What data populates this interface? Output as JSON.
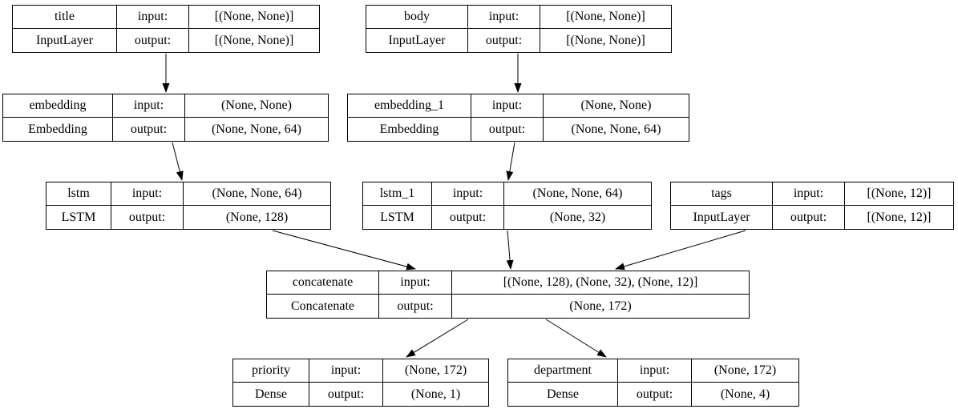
{
  "diagram_type": "keras-model-architecture",
  "labels": {
    "input": "input:",
    "output": "output:"
  },
  "colors": {
    "background": "#ffffff",
    "border": "#000000",
    "edge": "#000000",
    "text": "#000000"
  },
  "nodes": [
    {
      "name": "title",
      "layer_type": "InputLayer",
      "input_shape": "[(None, None)]",
      "output_shape": "[(None, None)]"
    },
    {
      "name": "body",
      "layer_type": "InputLayer",
      "input_shape": "[(None, None)]",
      "output_shape": "[(None, None)]"
    },
    {
      "name": "embedding",
      "layer_type": "Embedding",
      "input_shape": "(None, None)",
      "output_shape": "(None, None, 64)"
    },
    {
      "name": "embedding_1",
      "layer_type": "Embedding",
      "input_shape": "(None, None)",
      "output_shape": "(None, None, 64)"
    },
    {
      "name": "lstm",
      "layer_type": "LSTM",
      "input_shape": "(None, None, 64)",
      "output_shape": "(None, 128)"
    },
    {
      "name": "lstm_1",
      "layer_type": "LSTM",
      "input_shape": "(None, None, 64)",
      "output_shape": "(None, 32)"
    },
    {
      "name": "tags",
      "layer_type": "InputLayer",
      "input_shape": "[(None, 12)]",
      "output_shape": "[(None, 12)]"
    },
    {
      "name": "concatenate",
      "layer_type": "Concatenate",
      "input_shape": "[(None, 128), (None, 32), (None, 12)]",
      "output_shape": "(None, 172)"
    },
    {
      "name": "priority",
      "layer_type": "Dense",
      "input_shape": "(None, 172)",
      "output_shape": "(None, 1)"
    },
    {
      "name": "department",
      "layer_type": "Dense",
      "input_shape": "(None, 172)",
      "output_shape": "(None, 4)"
    }
  ],
  "edges": [
    {
      "from": "title",
      "to": "embedding"
    },
    {
      "from": "body",
      "to": "embedding_1"
    },
    {
      "from": "embedding",
      "to": "lstm"
    },
    {
      "from": "embedding_1",
      "to": "lstm_1"
    },
    {
      "from": "lstm",
      "to": "concatenate"
    },
    {
      "from": "lstm_1",
      "to": "concatenate"
    },
    {
      "from": "tags",
      "to": "concatenate"
    },
    {
      "from": "concatenate",
      "to": "priority"
    },
    {
      "from": "concatenate",
      "to": "department"
    }
  ]
}
